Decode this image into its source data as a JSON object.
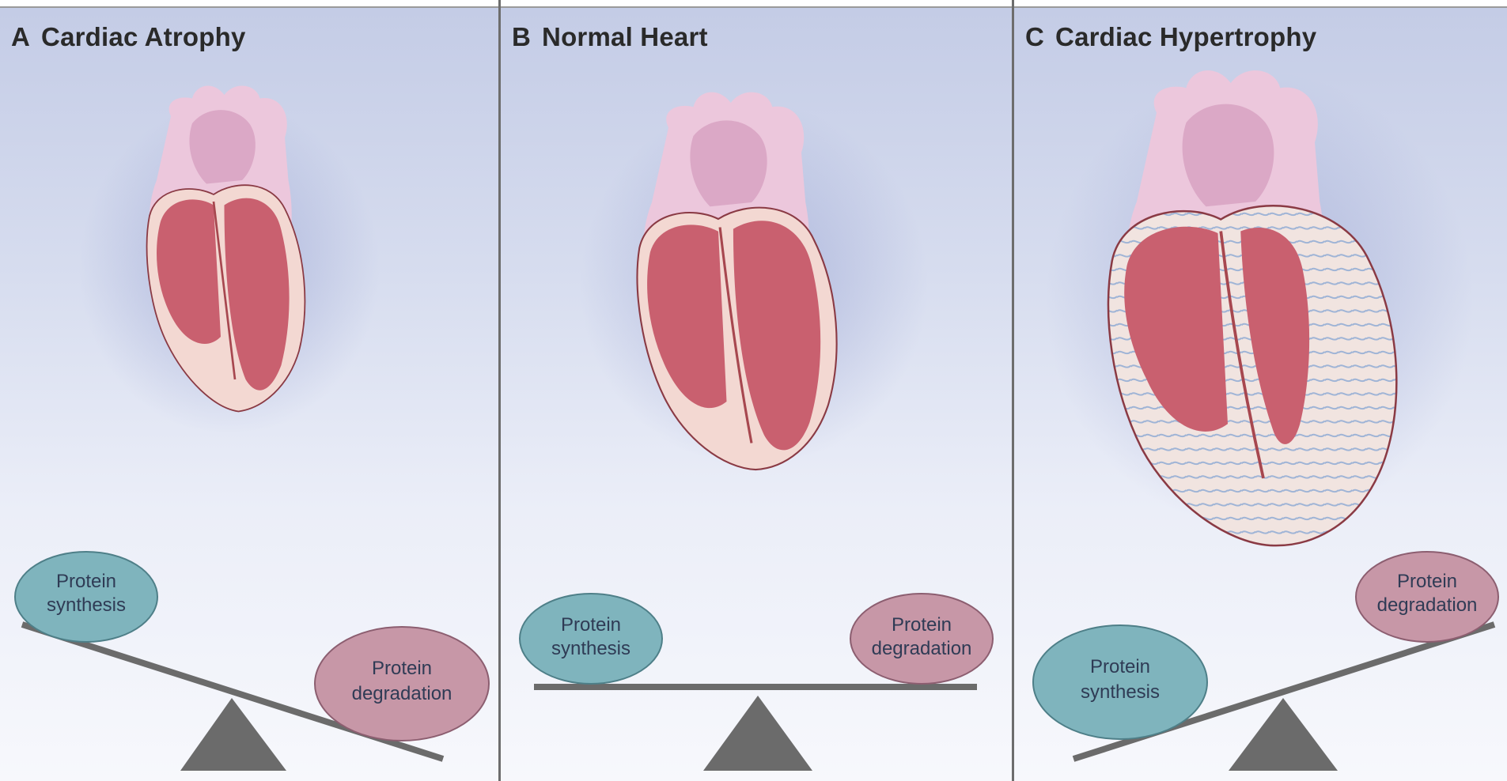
{
  "panels": [
    {
      "letter": "A",
      "title": "Cardiac Atrophy",
      "synthesis_label": [
        "Protein",
        "synthesis"
      ],
      "degradation_label": [
        "Protein",
        "degradation"
      ]
    },
    {
      "letter": "B",
      "title": "Normal Heart",
      "synthesis_label": [
        "Protein",
        "synthesis"
      ],
      "degradation_label": [
        "Protein",
        "degradation"
      ]
    },
    {
      "letter": "C",
      "title": "Cardiac Hypertrophy",
      "synthesis_label": [
        "Protein",
        "synthesis"
      ],
      "degradation_label": [
        "Protein",
        "degradation"
      ]
    }
  ],
  "colors": {
    "synthesis": "#7fb4bd",
    "degradation": "#c797a7",
    "scale": "#6b6b6b",
    "heart_muscle": "#c9606f",
    "heart_wall": "#f3d8d2",
    "vessels": "#ecc7dc"
  }
}
